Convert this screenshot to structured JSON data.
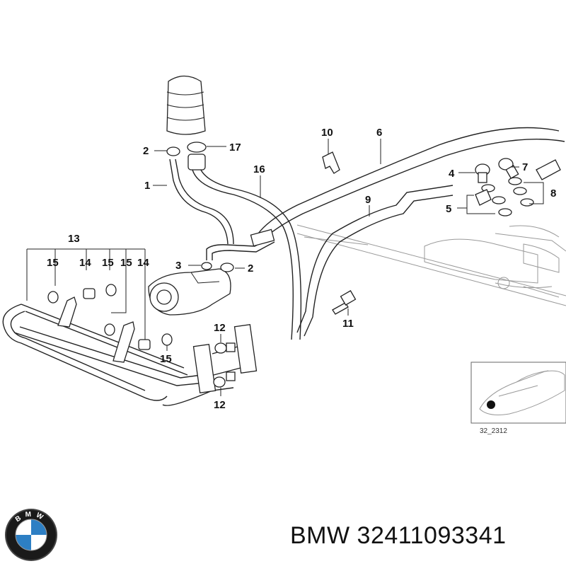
{
  "diagram": {
    "callouts": {
      "c1": "1",
      "c2a": "2",
      "c2b": "2",
      "c3": "3",
      "c4": "4",
      "c5": "5",
      "c6": "6",
      "c7": "7",
      "c8": "8",
      "c9": "9",
      "c10": "10",
      "c11": "11",
      "c12a": "12",
      "c12b": "12",
      "c13": "13",
      "c14a": "14",
      "c14b": "14",
      "c15a": "15",
      "c15b": "15",
      "c15c": "15",
      "c15d": "15",
      "c16": "16",
      "c17": "17"
    },
    "inset_label": "32_2312"
  },
  "footer": {
    "brand_logo_letters": "BMW",
    "part_number_text": "BMW 32411093341"
  }
}
